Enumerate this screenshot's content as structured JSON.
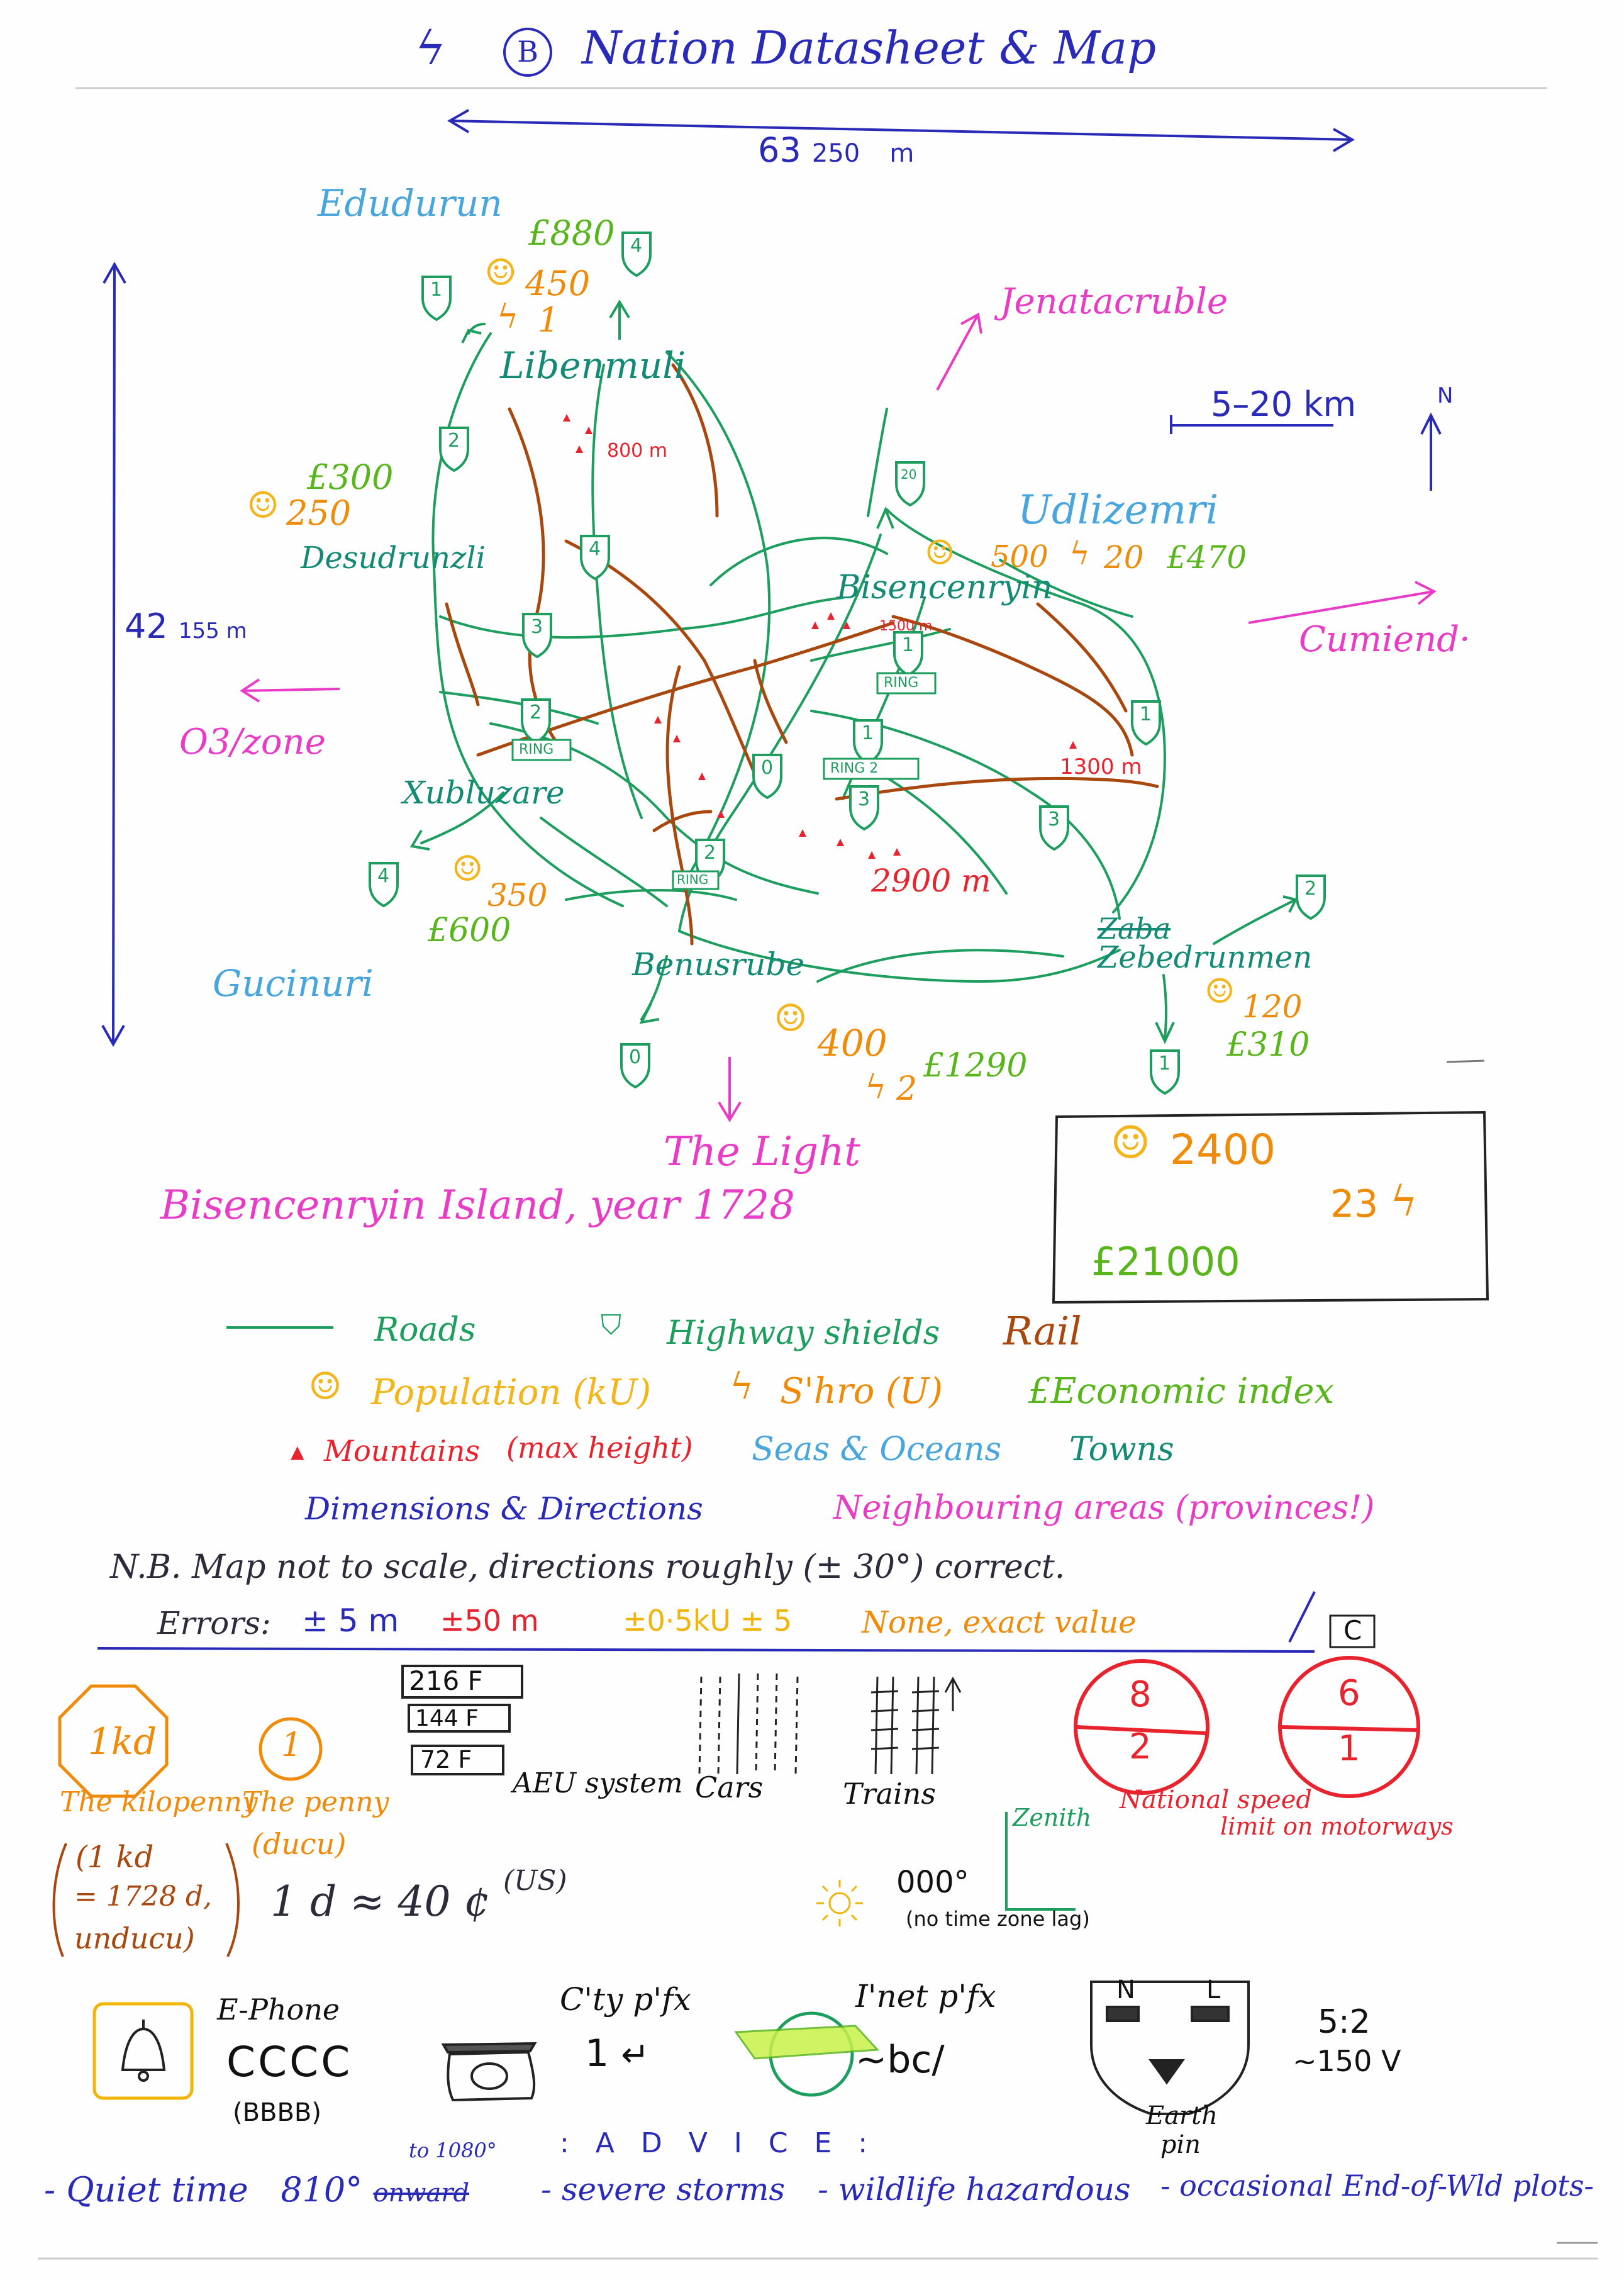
{
  "header": {
    "title_icon": "lightning-z-icon",
    "title_badge": "B",
    "title": "Nation Datasheet & Map"
  },
  "dimensions": {
    "width_label_big": "63",
    "width_label_small": "250",
    "width_unit": "m",
    "height_label_big": "42",
    "height_label_small": "155 m"
  },
  "seas": {
    "north": "Edudurun",
    "northeast": "Udlizemri",
    "southwest": "Gucinuri"
  },
  "neighbours": {
    "north": "Jenatacruble",
    "east": "Cumiend·",
    "west": "O3/zone",
    "south": "The Light"
  },
  "scale": {
    "label": "5–20 km",
    "north_label": "N"
  },
  "towns": {
    "libenmuli": {
      "name": "Libenmuli",
      "econ": "£880",
      "pop": "450",
      "shro": "1"
    },
    "desudrunzli": {
      "name": "Desudrunzli",
      "econ": "£300",
      "pop": "250"
    },
    "bisencenryin": {
      "name": "Bisencenryin",
      "pop": "500",
      "shro": "20",
      "econ": "£470"
    },
    "xubluzare": {
      "name": "Xubluzare",
      "pop": "350",
      "econ": "£600"
    },
    "benusrube": {
      "name": "Benusrube",
      "pop": "400",
      "econ": "£1290",
      "shro": "2"
    },
    "zebedrunmen": {
      "name": "Zebedrunmen",
      "crossed": "Zaba",
      "pop": "120",
      "econ": "£310"
    }
  },
  "mountains": {
    "m1": "800 m",
    "m2": "1500 m",
    "m3": "1300 m",
    "m4": "2900 m"
  },
  "shields": {
    "s1": "1",
    "s2": "2",
    "s3": "3",
    "s4": "4",
    "s0": "0",
    "s20": "20",
    "ring": "RING",
    "ring2": "RING 2"
  },
  "caption": "Bisencenryin   Island, year 1728",
  "totals": {
    "pop": "2400",
    "shro": "23",
    "econ": "£21000"
  },
  "legend": {
    "roads": "Roads",
    "shields": "Highway shields",
    "rail": "Rail",
    "population": "Population (kU)",
    "shro": "S'hro (U)",
    "econ": "£Economic index",
    "mountains": "Mountains",
    "max_height": "(max height)",
    "seas": "Seas & Oceans",
    "towns": "Towns",
    "dims": "Dimensions & Directions",
    "neighbours": "Neighbouring areas (provinces!)"
  },
  "notes": {
    "nb": "N.B.  Map  not to scale,  directions  roughly  (± 30°)  correct.",
    "errors_label": "Errors:",
    "err_dims": "± 5 m",
    "err_mtn": "±50 m",
    "err_pop": "±0·5kU ± 5",
    "err_econ": "None, exact value"
  },
  "currency": {
    "kilopenny_symbol": "1kd",
    "penny_symbol": "1",
    "kilopenny_label": "The kilopenny",
    "penny_label": "The penny",
    "penny_sub": "(ducu)",
    "kd_def_1": "(1 kd",
    "kd_def_2": "= 1728 d,",
    "kd_def_3": "unducu)",
    "rate": "1 d ≈ 40 ¢",
    "rate_unit": "(US)"
  },
  "aeu": {
    "rows": [
      "216  F",
      "144  F",
      "72  F"
    ],
    "label": "AEU system"
  },
  "traffic": {
    "cars": "Cars",
    "trains": "Trains"
  },
  "speed": {
    "sign1_top": "8",
    "sign1_bottom": "2",
    "sign2_top": "6",
    "sign2_bottom": "1",
    "badge": "C",
    "label_1": "National  speed",
    "label_2": "limit  on  motorways"
  },
  "time": {
    "value": "000°",
    "note": "(no time zone lag)",
    "zenith": "Zenith"
  },
  "phone": {
    "label": "E-Phone",
    "glyphs": "CCCC",
    "format": "(BBBB)",
    "city_label": "C'ty p'fx",
    "city_value": "1",
    "inet_label": "I'net p'fx",
    "inet_value": "~bc/"
  },
  "plug": {
    "n": "N",
    "l": "L",
    "earth": "Earth pin",
    "ratio": "5:2",
    "volts": "~150 V"
  },
  "advice": {
    "heading": ": A D V I C E :",
    "a1": "- Quiet time",
    "a1_value": "810°",
    "a1_crossed": "onward",
    "a1_fix": "to 1080°",
    "a2": "- severe storms",
    "a3": "- wildlife hazardous",
    "a4": "- occasional End-of-Wld plots-"
  },
  "colors": {
    "blue": "#2a2ab8",
    "sky": "#48a6dc",
    "green": "#1e9e5e",
    "lime": "#58b61c",
    "orange": "#ef8b08",
    "yellow": "#f2b40a",
    "red": "#e8232d",
    "brown": "#a8480f",
    "magenta": "#e83cc6"
  }
}
